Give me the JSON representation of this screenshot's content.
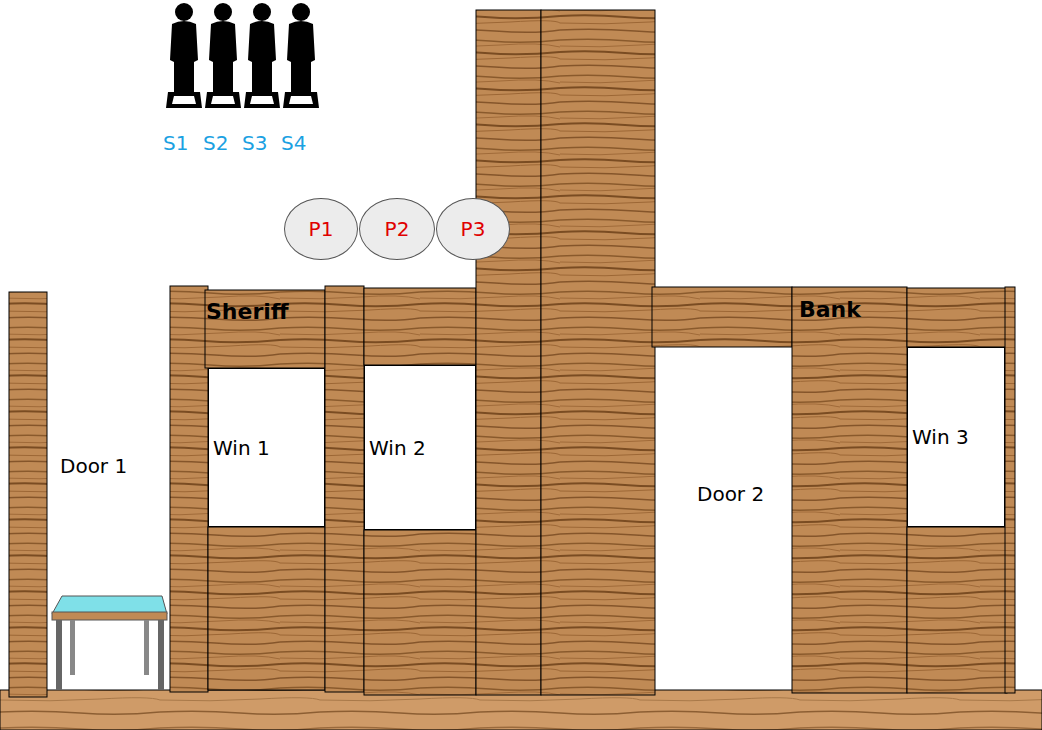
{
  "diagram": {
    "nodes": [
      {
        "text": [
          "P1"
        ]
      },
      {
        "text": [
          "P2"
        ]
      },
      {
        "text": [
          "P3"
        ]
      },
      {
        "text": [
          "Win 1"
        ]
      },
      {
        "text": [
          "Win 2"
        ]
      },
      {
        "text": [
          "Win 3"
        ]
      }
    ],
    "labels": [
      "S1",
      "S2",
      "S3",
      "S4",
      "Sheriff",
      "Bank",
      "Door 1",
      "Door 2"
    ]
  }
}
